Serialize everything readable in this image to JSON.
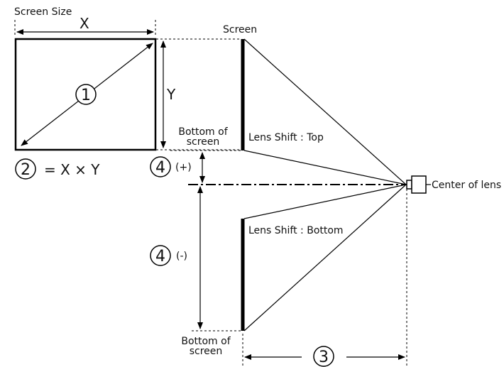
{
  "labels": {
    "screen_size": "Screen Size",
    "x": "X",
    "y": "Y",
    "screen": "Screen",
    "bottom_of_screen_1a": "Bottom of",
    "bottom_of_screen_1b": "screen",
    "bottom_of_screen_2a": "Bottom of",
    "bottom_of_screen_2b": "screen",
    "lens_shift_top": "Lens Shift : Top",
    "lens_shift_bottom": "Lens Shift : Bottom",
    "center_of_lens": "Center of lens",
    "formula": "=  X × Y",
    "plus": "(+)",
    "minus": "(-)"
  },
  "markers": {
    "m1": "1",
    "m2": "2",
    "m3": "3",
    "m4_plus": "4",
    "m4_minus": "4"
  }
}
